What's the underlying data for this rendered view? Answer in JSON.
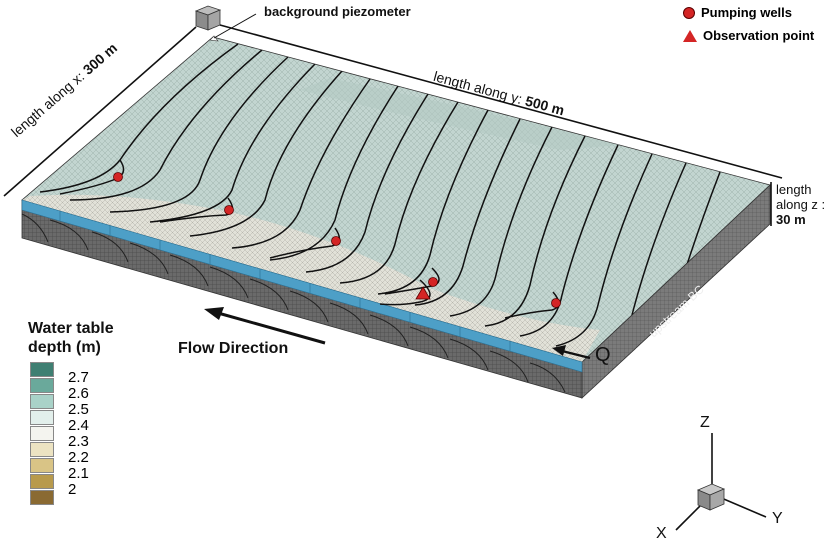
{
  "labels": {
    "background_piezometer": "background piezometer",
    "length_x_prefix": "length along x: ",
    "length_x_value": "300 m",
    "length_y_prefix": "length along y: ",
    "length_y_value": "500 m",
    "length_z_line1": "length",
    "length_z_line2": "along z :",
    "length_z_value": "30 m",
    "upstream_bc": "upstream BC",
    "flow_direction": "Flow Direction",
    "q": "Q"
  },
  "key": {
    "pumping_wells": "Pumping wells",
    "observation_point": "Observation point"
  },
  "legend": {
    "title_line1": "Water table",
    "title_line2": "depth (m)",
    "ticks": [
      "2.7",
      "2.6",
      "2.5",
      "2.4",
      "2.3",
      "2.2",
      "2.1",
      "2"
    ],
    "colors": [
      "#3f7f72",
      "#6aa99b",
      "#a9d2c8",
      "#e2efeb",
      "#f4f4ef",
      "#ece3c2",
      "#d9c486",
      "#b89a4c",
      "#8a6a32"
    ]
  },
  "axes": {
    "z": "Z",
    "x": "X",
    "y": "Y"
  },
  "colors": {
    "mesh_top": "#c4d6d1",
    "mesh_side": "#5d5d5d",
    "river": "#4d9fc7",
    "well": "#d42525",
    "obs": "#d42525"
  }
}
